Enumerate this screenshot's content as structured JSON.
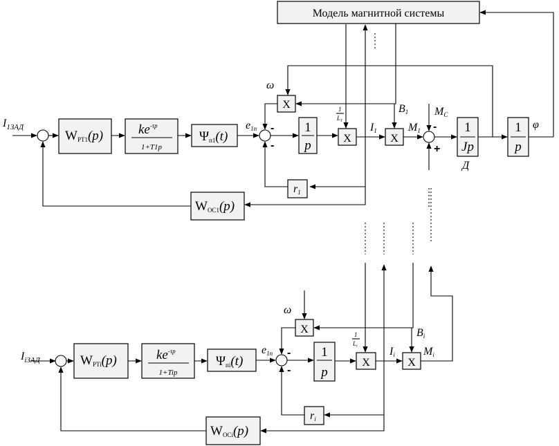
{
  "model_block": "Модель магнитной системы",
  "top": {
    "input": "I",
    "input_sub": "1ЗАД",
    "wpt_main": "W",
    "wpt_sub": "PT1",
    "wpt_arg": "(p)",
    "delay_num": "ke",
    "delay_exp": "-τp",
    "delay_den": "1+T1p",
    "psi_main": "Ψ",
    "psi_sub": "п1",
    "psi_arg": "(t)",
    "e_label": "e",
    "e_sub": "1п",
    "int_num": "1",
    "int_den": "p",
    "il_num": "1",
    "il_den": "L",
    "il_den_sub": "1",
    "mult_x": "X",
    "i_label": "I",
    "i_sub": "1",
    "b_label": "B",
    "b_sub": "1",
    "m_label": "M",
    "m_sub": "1",
    "mc_label": "M",
    "mc_sub": "C",
    "jp_num": "1",
    "jp_den": "Jp",
    "jp_note": "Д",
    "int2_num": "1",
    "int2_den": "p",
    "phi": "φ",
    "omega": "ω",
    "r_label": "r",
    "r_sub": "1",
    "woc_main": "W",
    "woc_sub": "OC1",
    "woc_arg": "(p)"
  },
  "bottom": {
    "input": "I",
    "input_sub": "iЗАД",
    "wpt_main": "W",
    "wpt_sub": "PTi",
    "wpt_arg": "(p)",
    "delay_num": "ke",
    "delay_exp": "-τp",
    "delay_den": "1+Tip",
    "psi_main": "Ψ",
    "psi_sub": "пi",
    "psi_arg": "(t)",
    "e_label": "e",
    "e_sub": "1п",
    "int_num": "1",
    "int_den": "p",
    "il_num": "1",
    "il_den": "L",
    "il_den_sub": "i",
    "mult_x": "X",
    "i_label": "I",
    "i_sub": "i",
    "b_label": "B",
    "b_sub": "i",
    "m_label": "M",
    "m_sub": "i",
    "omega": "ω",
    "r_label": "r",
    "r_sub": "i",
    "woc_main": "W",
    "woc_sub": "OCi",
    "woc_arg": "(p)"
  },
  "signs": {
    "minus": "-",
    "plus": "+"
  }
}
